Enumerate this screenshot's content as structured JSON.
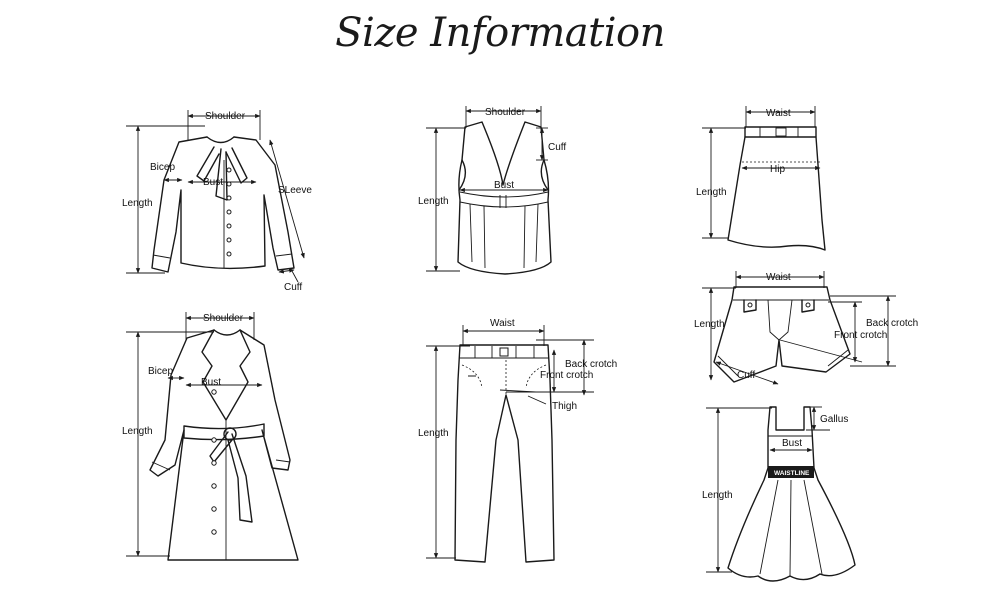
{
  "title": "Size Information",
  "labels": {
    "shoulder": "Shoulder",
    "bicep": "Bicep",
    "bust": "Bust",
    "sleeve": "SLeeve",
    "length": "Length",
    "cuff": "Cuff",
    "waist": "Waist",
    "hip": "Hip",
    "back_crotch": "Back crotch",
    "front_crotch": "Front crotch",
    "thigh": "Thigh",
    "gallus": "Gallus",
    "waistline": "WAISTLINE"
  }
}
